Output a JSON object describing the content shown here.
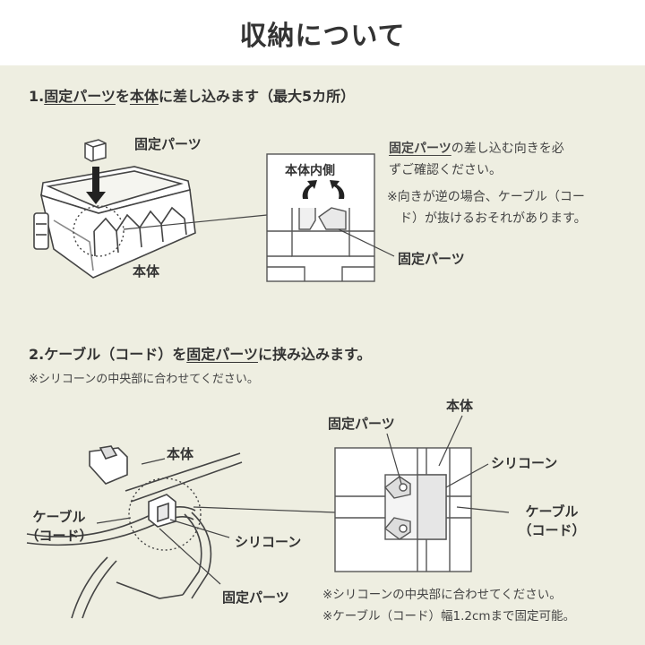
{
  "header": {
    "title": "収納について"
  },
  "step1": {
    "title_prefix": "1.",
    "title_part1": "固定パーツ",
    "title_mid1": "を",
    "title_part2": "本体",
    "title_rest": "に差し込みます（最大5カ所）",
    "label_part": "固定パーツ",
    "label_body": "本体",
    "inset_label": "本体内側",
    "inset_part_label": "固定パーツ",
    "desc_part": "固定パーツ",
    "desc_line1_rest": "の差し込む向きを必",
    "desc_line2": "ずご確認ください。",
    "note_line1": "※向きが逆の場合、ケーブル（コー",
    "note_line2": "ド）が抜けるおそれがあります。"
  },
  "step2": {
    "title_prefix": "2.",
    "title_part1": "ケーブル（コード）",
    "title_mid1": "を",
    "title_part2": "固定パーツ",
    "title_rest": "に挟み込みます。",
    "subnote": "※シリコーンの中央部に合わせてください。",
    "label_body_left": "本体",
    "label_cable_left_1": "ケーブル",
    "label_cable_left_2": "（コード）",
    "label_silicone_left": "シリコーン",
    "label_part_bottom": "固定パーツ",
    "label_part_right": "固定パーツ",
    "label_body_right": "本体",
    "label_silicone_right": "シリコーン",
    "label_cable_right_1": "ケーブル",
    "label_cable_right_2": "（コード）",
    "footnote1": "※シリコーンの中央部に合わせてください。",
    "footnote2": "※ケーブル（コード）幅1.2cmまで固定可能。"
  }
}
